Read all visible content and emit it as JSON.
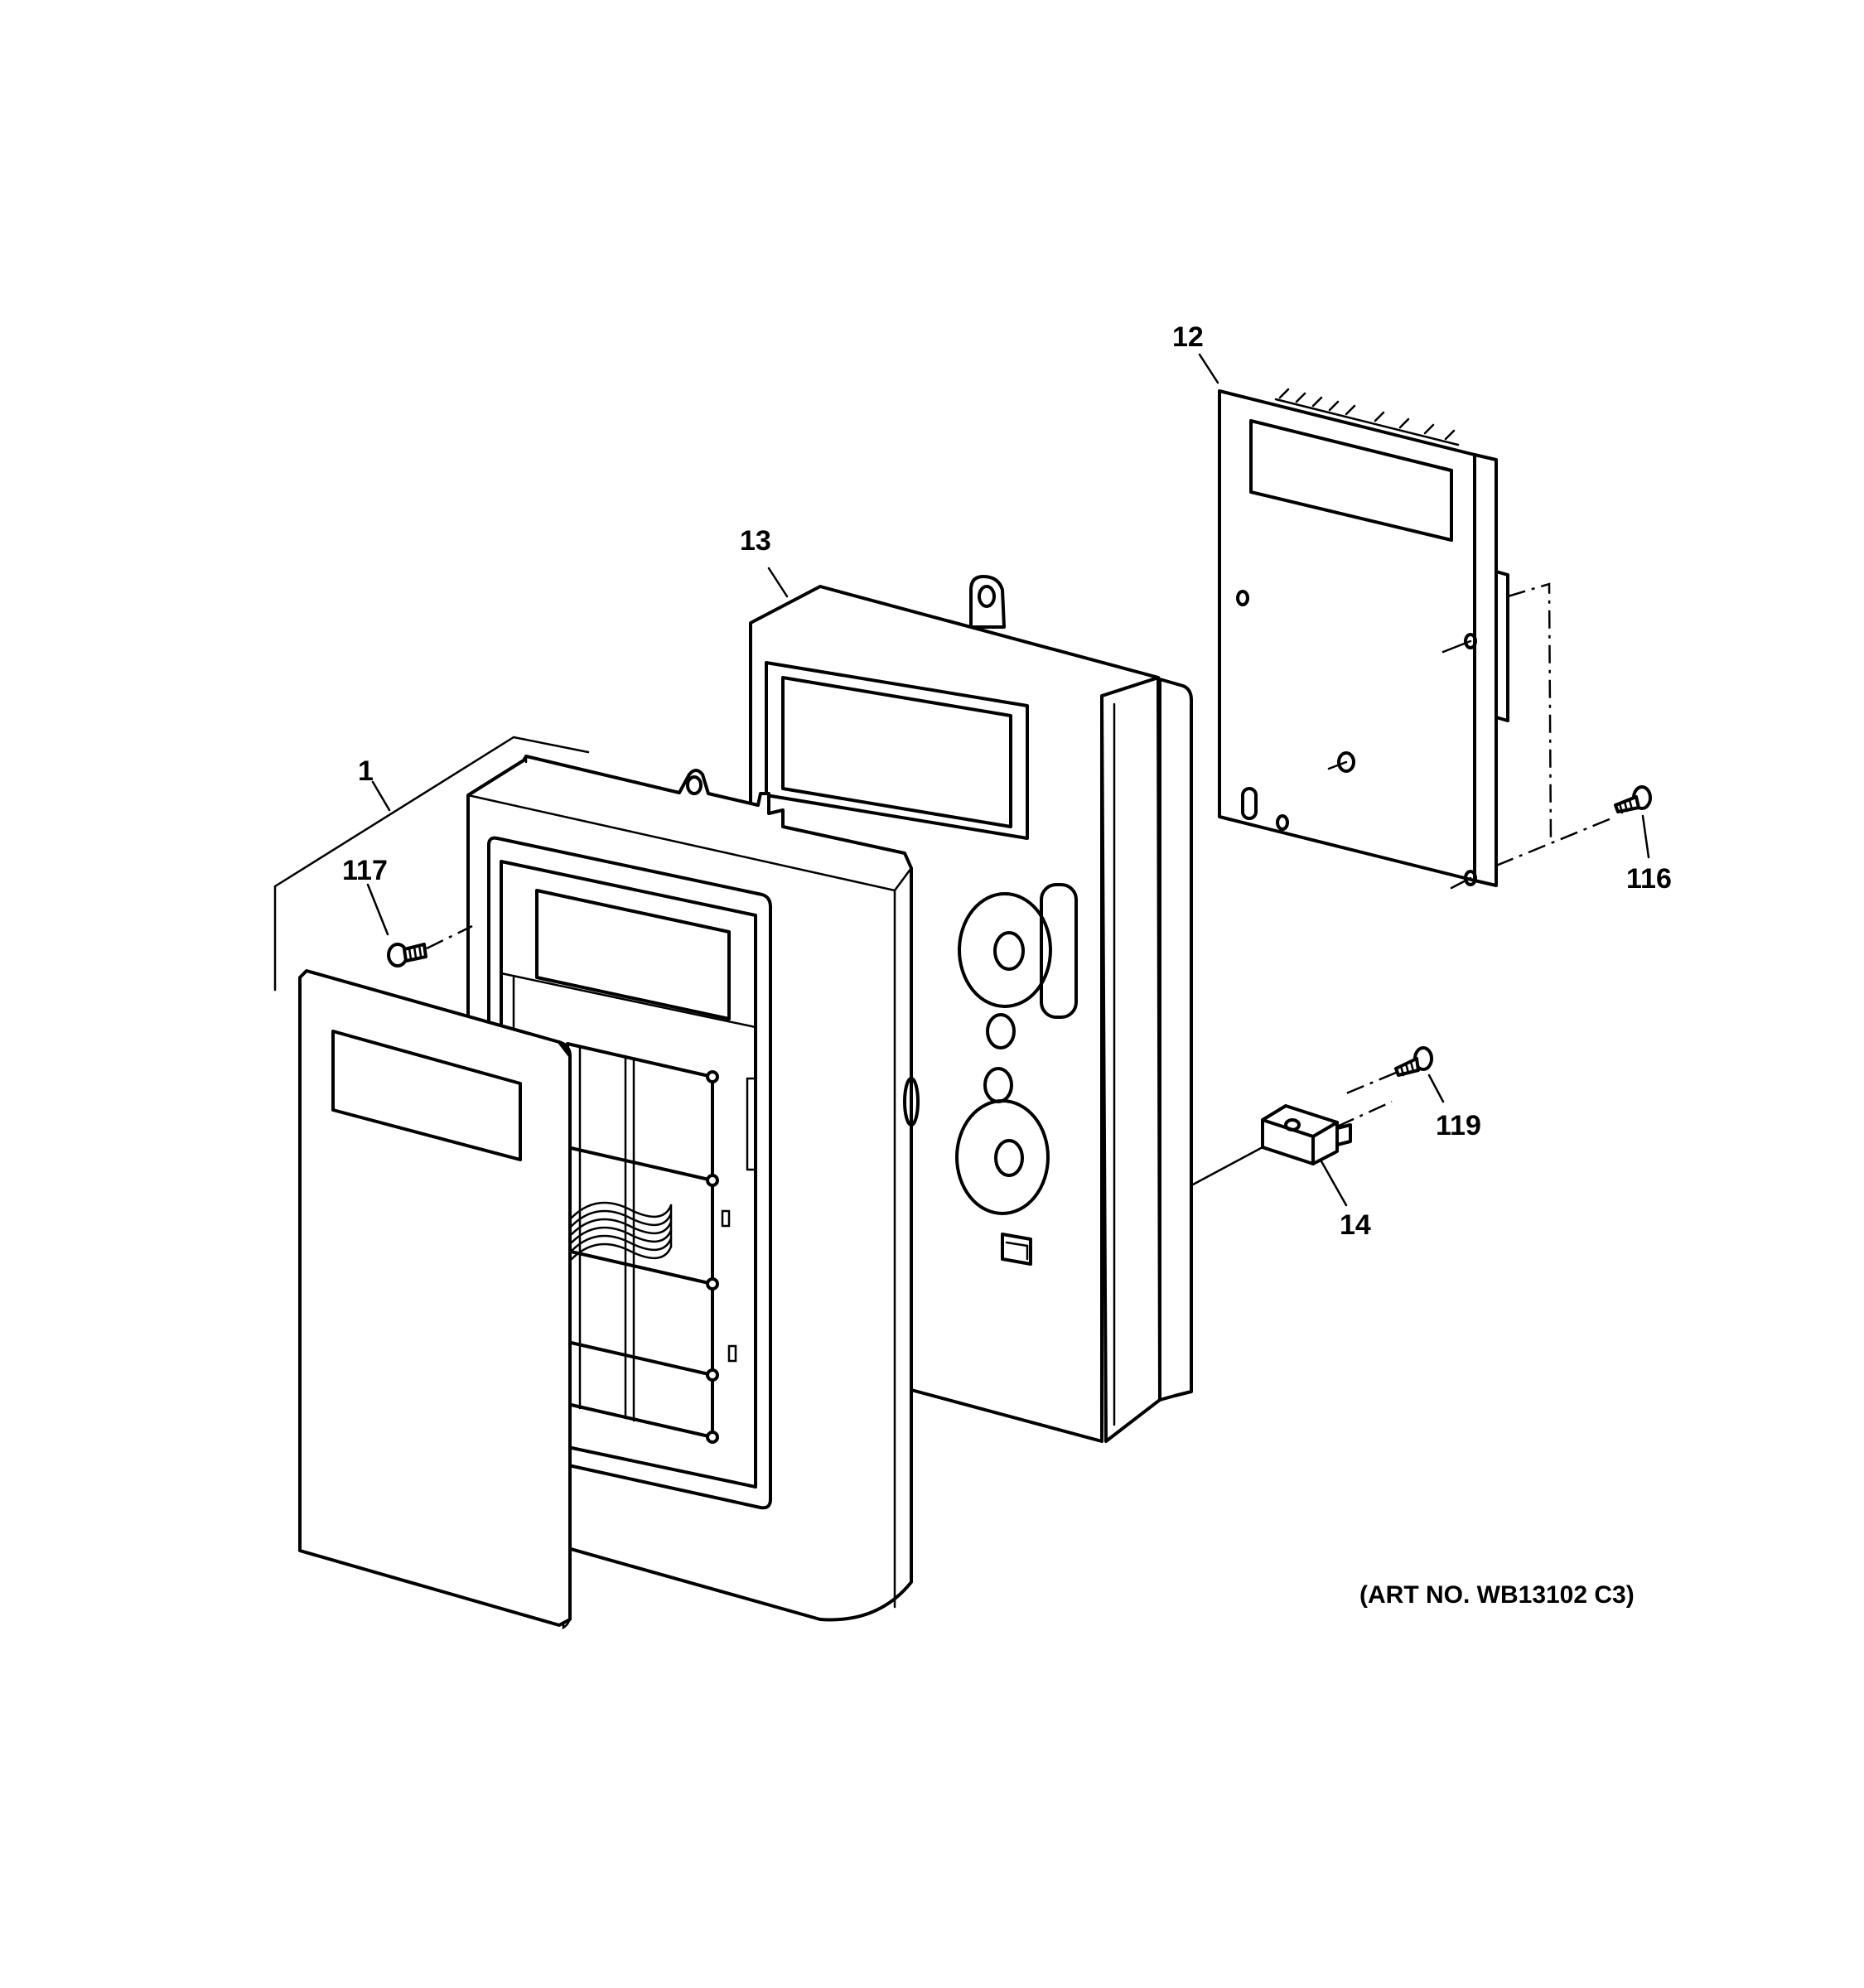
{
  "labels": {
    "part_1": "1",
    "part_12": "12",
    "part_13": "13",
    "part_14": "14",
    "part_116": "116",
    "part_117": "117",
    "part_119": "119"
  },
  "art_number": "(ART NO. WB13102 C3)"
}
